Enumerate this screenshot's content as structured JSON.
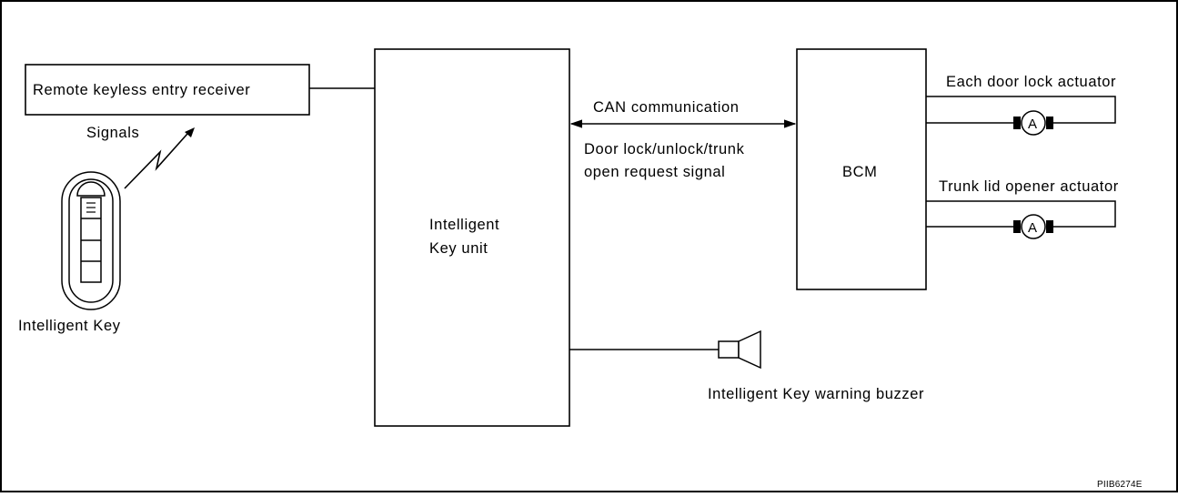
{
  "diagram": {
    "remote_receiver_label": "Remote keyless entry receiver",
    "signals_label": "Signals",
    "intelligent_key_label": "Intelligent Key",
    "key_unit_label_line1": "Intelligent",
    "key_unit_label_line2": "Key unit",
    "can_label": "CAN communication",
    "request_line1": "Door lock/unlock/trunk",
    "request_line2": "open request signal",
    "bcm_label": "BCM",
    "door_actuator_label": "Each door lock actuator",
    "trunk_actuator_label": "Trunk lid opener actuator",
    "motor_symbol": "A",
    "buzzer_label": "Intelligent Key warning buzzer",
    "reference_code": "PIIB6274E"
  }
}
